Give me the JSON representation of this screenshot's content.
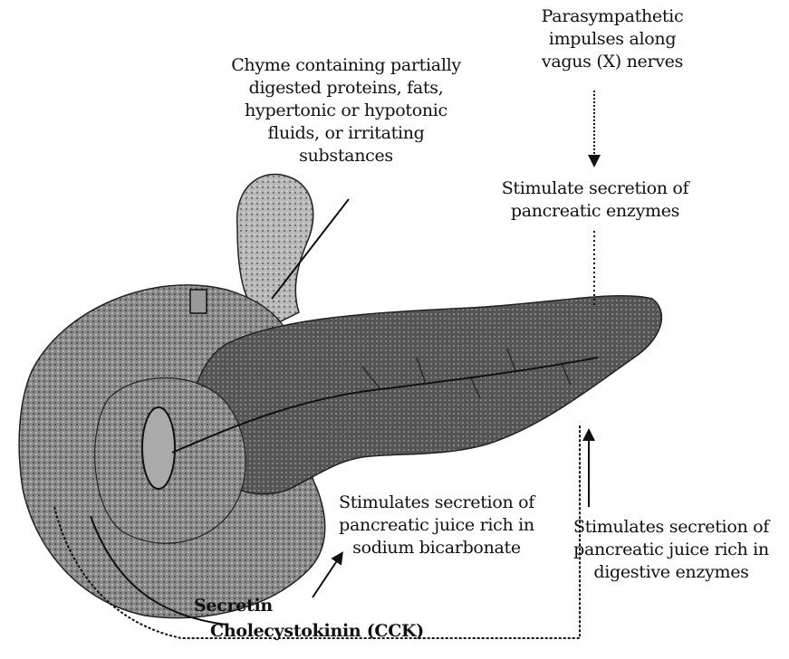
{
  "labels": {
    "parasympathetic": [
      "Parasympathetic",
      "impulses along",
      "vagus (X) nerves"
    ],
    "chyme": [
      "Chyme containing partially",
      "digested proteins, fats,",
      "hypertonic or hypotonic",
      "fluids, or irritating",
      "substances"
    ],
    "stimulate_enzymes": [
      "Stimulate secretion of",
      "pancreatic enzymes"
    ],
    "bicarbonate": [
      "Stimulates secretion of",
      "pancreatic juice rich in",
      "sodium bicarbonate"
    ],
    "digestive": [
      "Stimulates secretion of",
      "pancreatic juice rich in",
      "digestive enzymes"
    ],
    "secretin": "Secretin",
    "cck": "Cholecystokinin (CCK)"
  },
  "colors": {
    "ink": "#111111",
    "organ_fill": "#7a7a7a",
    "organ_light": "#b5b5b5",
    "organ_dark": "#3a3a3a"
  }
}
